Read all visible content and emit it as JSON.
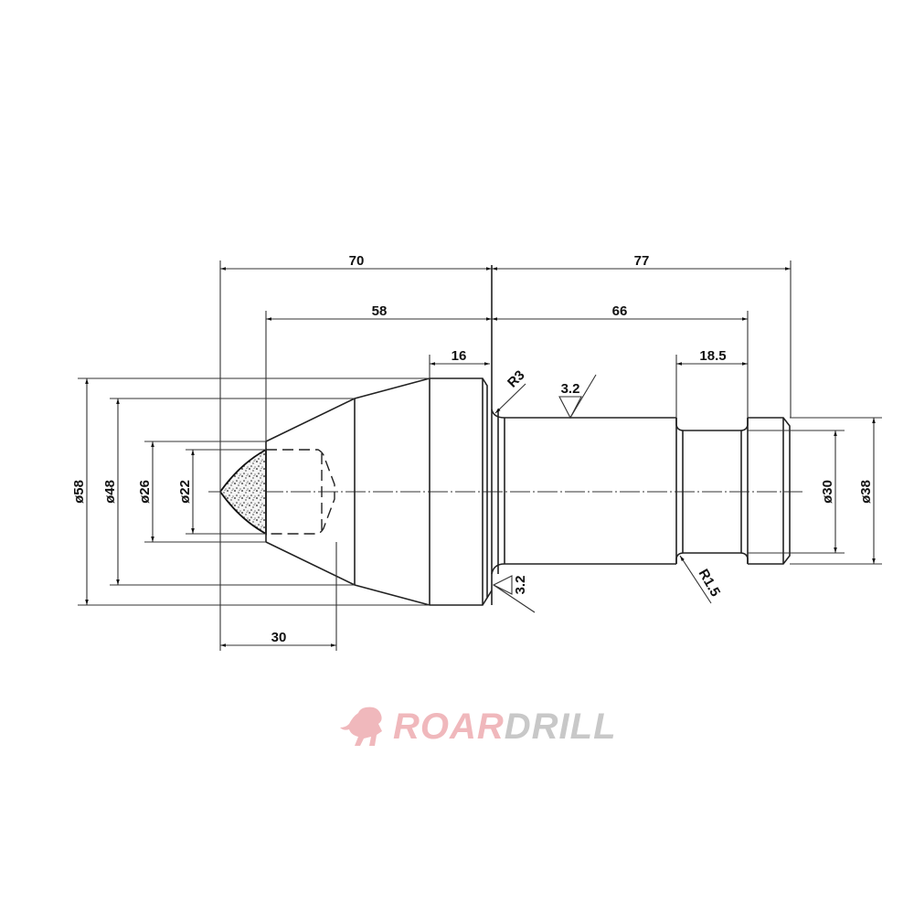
{
  "drawing": {
    "title": "Conical pick / cutting tool technical drawing",
    "dimensions": {
      "d_tip_to_flange": "70",
      "d_flange_to_end": "77",
      "d_cone_to_flange": "58",
      "d_flange_to_groove": "66",
      "d_head_cylinder": "16",
      "d_groove": "18.5",
      "d_tip_length": "30",
      "dia_head": "ø58",
      "dia_cone": "ø48",
      "dia_insert_base": "ø26",
      "dia_insert": "ø22",
      "dia_groove": "ø30",
      "dia_shank": "ø38"
    },
    "radii": {
      "flange_fillet": "R3",
      "groove_fillet": "R1.5"
    },
    "surface_finish": {
      "shank_top": "3.2",
      "flange_bottom": "3.2"
    }
  },
  "logo": {
    "part1": "ROAR",
    "part2": "DRILL",
    "part1_color": "#f0b8bc",
    "part2_color": "#c8c8c8",
    "icon": "lion-icon"
  }
}
